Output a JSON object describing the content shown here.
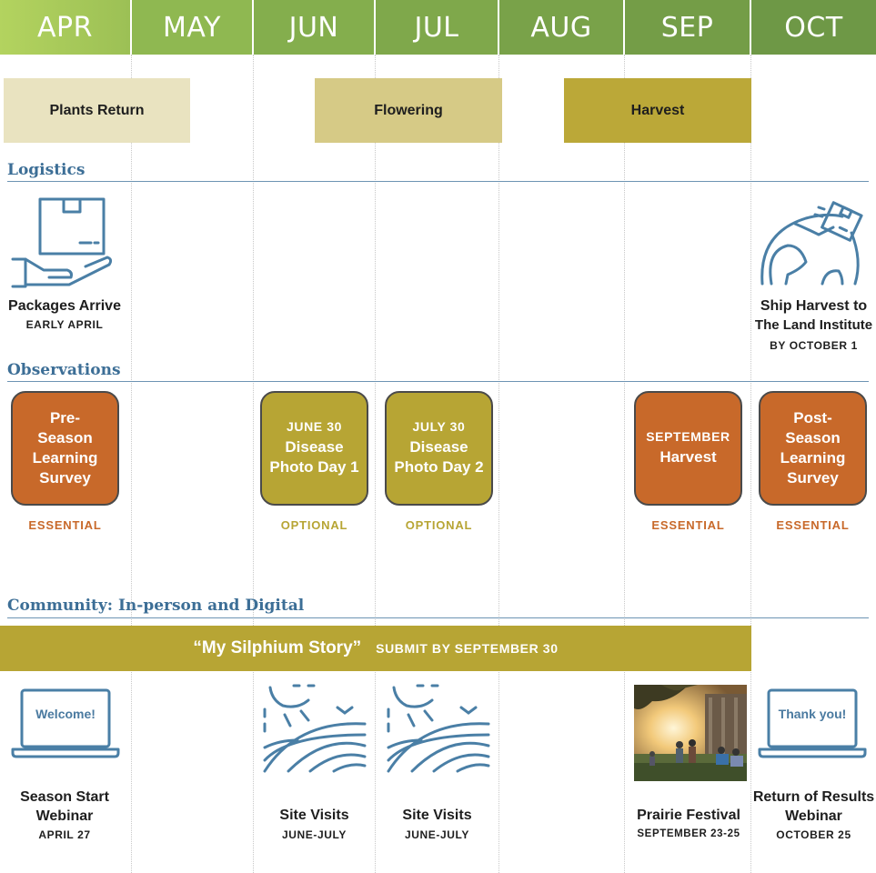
{
  "months": [
    "APR",
    "MAY",
    "JUN",
    "JUL",
    "AUG",
    "SEP",
    "OCT"
  ],
  "colors": {
    "month_gradient": [
      "#a8cb5a",
      "#8ab44e",
      "#7ea548",
      "#6f9844"
    ],
    "phase_return": "#e9e3c0",
    "phase_flower": "#d6ca86",
    "phase_harvest": "#bba838",
    "essential": "#c8692a",
    "optional": "#b7a534",
    "section": "#3c6e96",
    "icon": "#4a7fa6"
  },
  "phases": {
    "return": "Plants Return",
    "flowering": "Flowering",
    "harvest": "Harvest"
  },
  "sections": {
    "logistics": "Logistics",
    "observations": "Observations",
    "community": "Community: In-person and Digital"
  },
  "logistics": {
    "packages_title": "Packages Arrive",
    "packages_sub": "EARLY APRIL",
    "ship_title_1": "Ship Harvest to",
    "ship_title_2": "The Land Institute",
    "ship_sub": "BY OCTOBER 1"
  },
  "observations": [
    {
      "top": "",
      "title": "Pre-Season Learning Survey",
      "tag": "ESSENTIAL"
    },
    {
      "top": "JUNE 30",
      "title": "Disease Photo Day 1",
      "tag": "OPTIONAL"
    },
    {
      "top": "JULY 30",
      "title": "Disease Photo Day 2",
      "tag": "OPTIONAL"
    },
    {
      "top": "SEPTEMBER",
      "title": "Harvest",
      "tag": "ESSENTIAL"
    },
    {
      "top": "",
      "title": "Post-Season Learning Survey",
      "tag": "ESSENTIAL"
    }
  ],
  "banner": {
    "title": "“My Silphium Story”",
    "sub": "SUBMIT BY SEPTEMBER 30"
  },
  "community": {
    "welcome_screen": "Welcome!",
    "webinar_title_1": "Season Start",
    "webinar_title_2": "Webinar",
    "webinar_sub": "APRIL 27",
    "site1_title": "Site Visits",
    "site1_sub": "JUNE-JULY",
    "site2_title": "Site Visits",
    "site2_sub": "JUNE-JULY",
    "festival_title": "Prairie Festival",
    "festival_sub": "SEPTEMBER 23-25",
    "thanks_screen": "Thank you!",
    "results_title_1": "Return of Results",
    "results_title_2": "Webinar",
    "results_sub": "OCTOBER 25"
  }
}
